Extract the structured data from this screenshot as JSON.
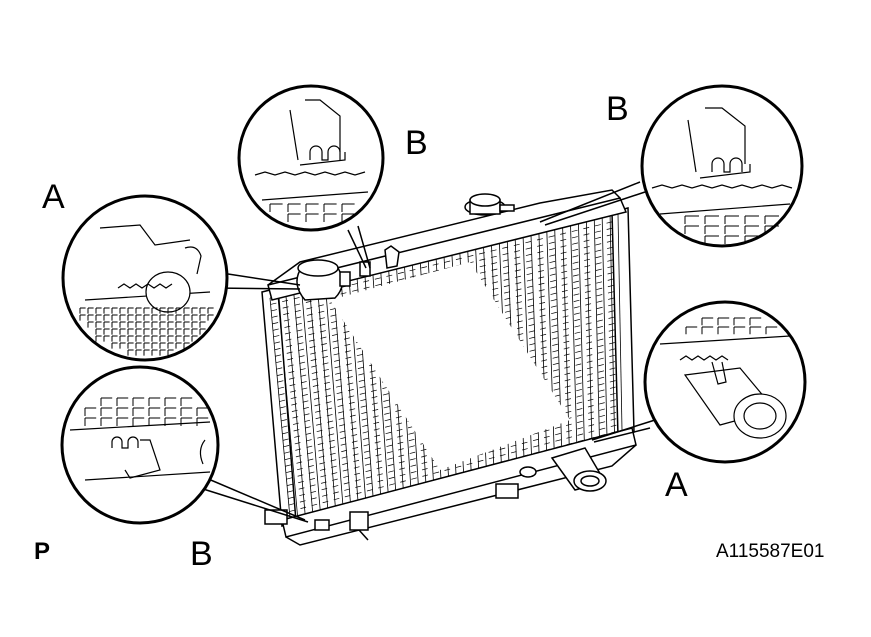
{
  "callouts": {
    "upper_left": "A",
    "upper_middle": "B",
    "upper_right": "B",
    "lower_right": "A",
    "lower_left": "B"
  },
  "footer": {
    "view_code": "P",
    "figure_id": "A115587E01"
  }
}
